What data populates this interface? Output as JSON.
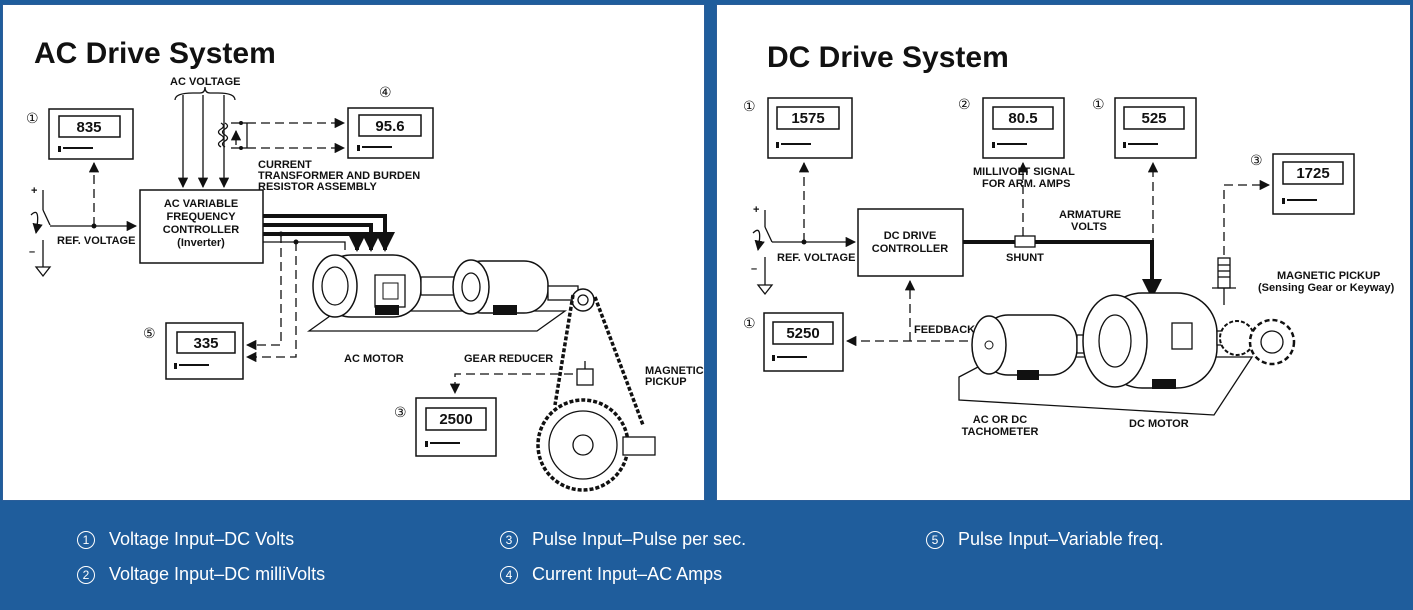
{
  "ac": {
    "title": "AC Drive System",
    "labels": {
      "ac_voltage": "AC VOLTAGE",
      "ct_line1": "CURRENT",
      "ct_line2": "TRANSFORMER AND BURDEN",
      "ct_line3": "RESISTOR ASSEMBLY",
      "controller_line1": "AC VARIABLE",
      "controller_line2": "FREQUENCY",
      "controller_line3": "CONTROLLER",
      "controller_line4": "(Inverter)",
      "ref_voltage": "REF. VOLTAGE",
      "ac_motor": "AC MOTOR",
      "gear_reducer": "GEAR REDUCER",
      "pickup_line1": "MAGNETIC",
      "pickup_line2": "PICKUP",
      "plus": "+",
      "minus": "–"
    },
    "meters": [
      {
        "marker": "①",
        "value": "835"
      },
      {
        "marker": "④",
        "value": "95.6"
      },
      {
        "marker": "⑤",
        "value": "335"
      },
      {
        "marker": "③",
        "value": "2500"
      }
    ]
  },
  "dc": {
    "title": "DC Drive System",
    "labels": {
      "millivolt_line1": "MILLIVOLT SIGNAL",
      "millivolt_line2": "FOR ARM. AMPS",
      "controller_line1": "DC DRIVE",
      "controller_line2": "CONTROLLER",
      "armature_line1": "ARMATURE",
      "armature_line2": "VOLTS",
      "shunt": "SHUNT",
      "ref_voltage": "REF. VOLTAGE",
      "feedback": "FEEDBACK",
      "pickup_line1": "MAGNETIC PICKUP",
      "pickup_line2": "(Sensing Gear or Keyway)",
      "tach_line1": "AC OR DC",
      "tach_line2": "TACHOMETER",
      "dc_motor": "DC MOTOR",
      "plus": "+",
      "minus": "–"
    },
    "meters": [
      {
        "marker": "①",
        "value": "1575"
      },
      {
        "marker": "②",
        "value": "80.5"
      },
      {
        "marker": "①",
        "value": "525"
      },
      {
        "marker": "③",
        "value": "1725"
      },
      {
        "marker": "①",
        "value": "5250"
      }
    ]
  },
  "legend": [
    {
      "marker": "1",
      "text": "Voltage Input–DC Volts"
    },
    {
      "marker": "2",
      "text": "Voltage Input–DC milliVolts"
    },
    {
      "marker": "3",
      "text": "Pulse Input–Pulse per sec."
    },
    {
      "marker": "4",
      "text": "Current Input–AC Amps"
    },
    {
      "marker": "5",
      "text": "Pulse Input–Variable freq."
    }
  ],
  "colors": {
    "legend_bg": "#1f5d9c",
    "panel_border": "#2b5e99"
  }
}
